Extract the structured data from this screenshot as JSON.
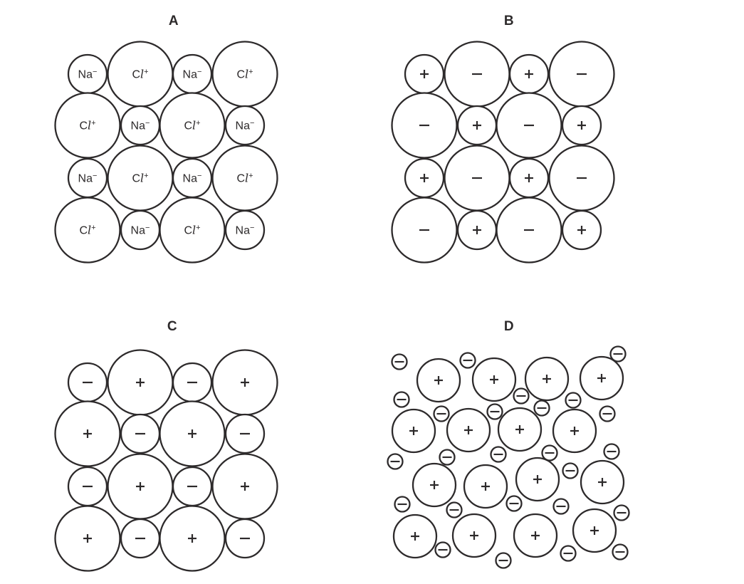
{
  "figure": {
    "background": "#ffffff",
    "ink_color": "#2d2a2b",
    "panels": [
      {
        "label": "A",
        "kind": "lattice",
        "small_ion_label": "Na−",
        "large_ion_label": "Cl+",
        "small_ion_parts": [
          {
            "t": "Na"
          },
          {
            "t": "−",
            "sup": true
          }
        ],
        "large_ion_parts": [
          {
            "t": "C"
          },
          {
            "t": "l",
            "italic": true
          },
          {
            "t": "+",
            "sup": true
          }
        ],
        "grid": [
          [
            "S",
            "L",
            "S",
            "L"
          ],
          [
            "L",
            "S",
            "L",
            "S"
          ],
          [
            "S",
            "L",
            "S",
            "L"
          ],
          [
            "L",
            "S",
            "L",
            "S"
          ]
        ]
      },
      {
        "label": "B",
        "kind": "lattice",
        "small_ion_label": "+",
        "large_ion_label": "−",
        "grid": [
          [
            "S",
            "L",
            "S",
            "L"
          ],
          [
            "L",
            "S",
            "L",
            "S"
          ],
          [
            "S",
            "L",
            "S",
            "L"
          ],
          [
            "L",
            "S",
            "L",
            "S"
          ]
        ]
      },
      {
        "label": "C",
        "kind": "lattice",
        "small_ion_label": "−",
        "large_ion_label": "+",
        "grid": [
          [
            "S",
            "L",
            "S",
            "L"
          ],
          [
            "L",
            "S",
            "L",
            "S"
          ],
          [
            "S",
            "L",
            "S",
            "L"
          ],
          [
            "L",
            "S",
            "L",
            "S"
          ]
        ]
      },
      {
        "label": "D",
        "kind": "scatter",
        "cation_label": "+",
        "anion_label": "−",
        "cations": [
          [
            88,
            56
          ],
          [
            166,
            55
          ],
          [
            240,
            54
          ],
          [
            317,
            53
          ],
          [
            53,
            127
          ],
          [
            130,
            126
          ],
          [
            202,
            125
          ],
          [
            279,
            127
          ],
          [
            82,
            203
          ],
          [
            154,
            205
          ],
          [
            227,
            195
          ],
          [
            318,
            199
          ],
          [
            55,
            275
          ],
          [
            138,
            274
          ],
          [
            224,
            274
          ],
          [
            307,
            267
          ]
        ],
        "anions": [
          [
            33,
            30
          ],
          [
            129,
            28
          ],
          [
            340,
            19
          ],
          [
            36,
            83
          ],
          [
            92,
            103
          ],
          [
            167,
            100
          ],
          [
            204,
            78
          ],
          [
            233,
            95
          ],
          [
            277,
            84
          ],
          [
            325,
            103
          ],
          [
            27,
            170
          ],
          [
            100,
            164
          ],
          [
            172,
            160
          ],
          [
            244,
            158
          ],
          [
            273,
            183
          ],
          [
            331,
            156
          ],
          [
            37,
            230
          ],
          [
            110,
            238
          ],
          [
            194,
            229
          ],
          [
            260,
            233
          ],
          [
            345,
            242
          ],
          [
            94,
            294
          ],
          [
            179,
            309
          ],
          [
            270,
            299
          ],
          [
            343,
            297
          ]
        ]
      }
    ],
    "geometry": {
      "lattice_cols": [
        68,
        142,
        215,
        289
      ],
      "lattice_rows": [
        59,
        131,
        205,
        278
      ],
      "lattice_small_r": 27,
      "lattice_large_r": 45.5,
      "scatter_large_r": 30,
      "scatter_small_r": 10.5
    }
  }
}
